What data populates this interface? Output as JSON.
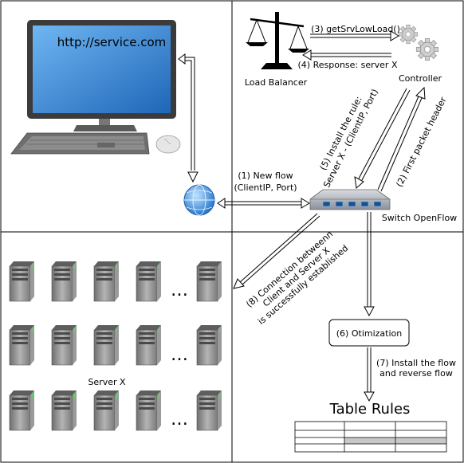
{
  "computer": {
    "url": "http://service.com"
  },
  "load_balancer": {
    "label": "Load Balancer"
  },
  "controller": {
    "label": "Controller"
  },
  "switch": {
    "label": "Switch OpenFlow"
  },
  "server": {
    "label": "Server X",
    "ellipsis": "…"
  },
  "optimization": {
    "label": "(6) Otimization"
  },
  "table_rules": {
    "title": "Table Rules"
  },
  "messages": {
    "m1_line1": "(1) New flow",
    "m1_line2": "(ClientIP, Port)",
    "m2": "(2) First packet header",
    "m3": "(3) getSrvLowLoad()",
    "m4": "(4) Response: server X",
    "m5_line1": "(5) Install the rule:",
    "m5_line2": "Server X - (ClientIP, Port)",
    "m7_line1": "(7) Install the flow",
    "m7_line2": "and reverse flow",
    "m8_line1": "(8) Connection betweenn",
    "m8_line2": "Client and Server X",
    "m8_line3": "is successfully established"
  },
  "colors": {
    "monitor_blue": "#2f7fd4",
    "server_grey": "#8e8e8e",
    "table_shade": "#c8c8c8"
  }
}
